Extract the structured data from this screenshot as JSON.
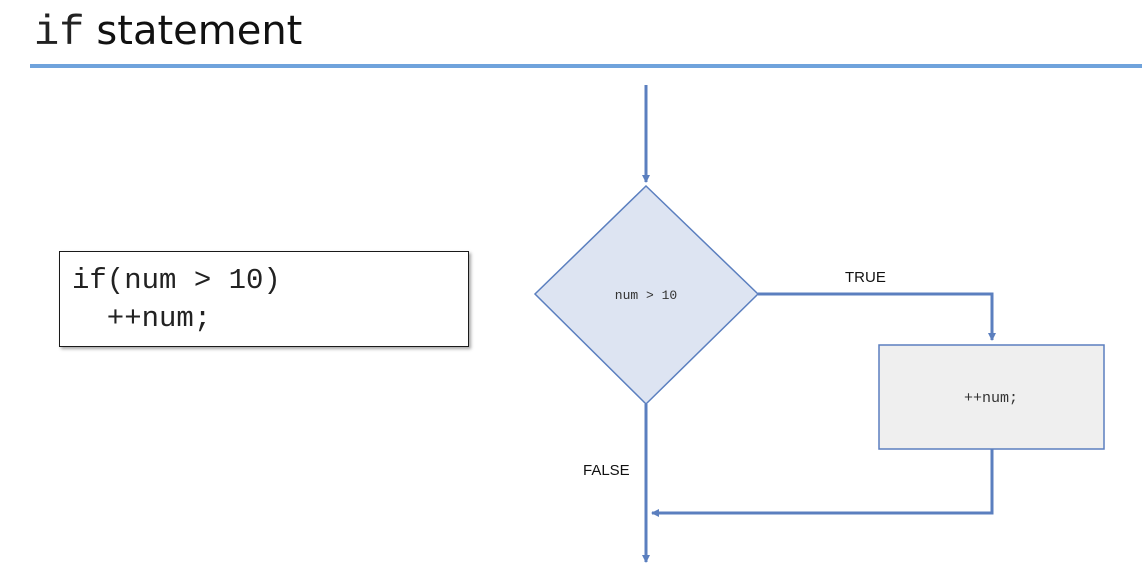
{
  "slide": {
    "title_keyword": "if",
    "title_text": "statement"
  },
  "code": {
    "lines": [
      "if(num > 10)",
      "  ++num;"
    ]
  },
  "flowchart": {
    "condition": "num > 10",
    "true_label": "TRUE",
    "false_label": "FALSE",
    "action": "++num;",
    "colors": {
      "line": "#5b7fbf",
      "diamond_fill": "#dde4f2",
      "box_fill": "#efefef",
      "rule": "#6fa3dc"
    }
  }
}
